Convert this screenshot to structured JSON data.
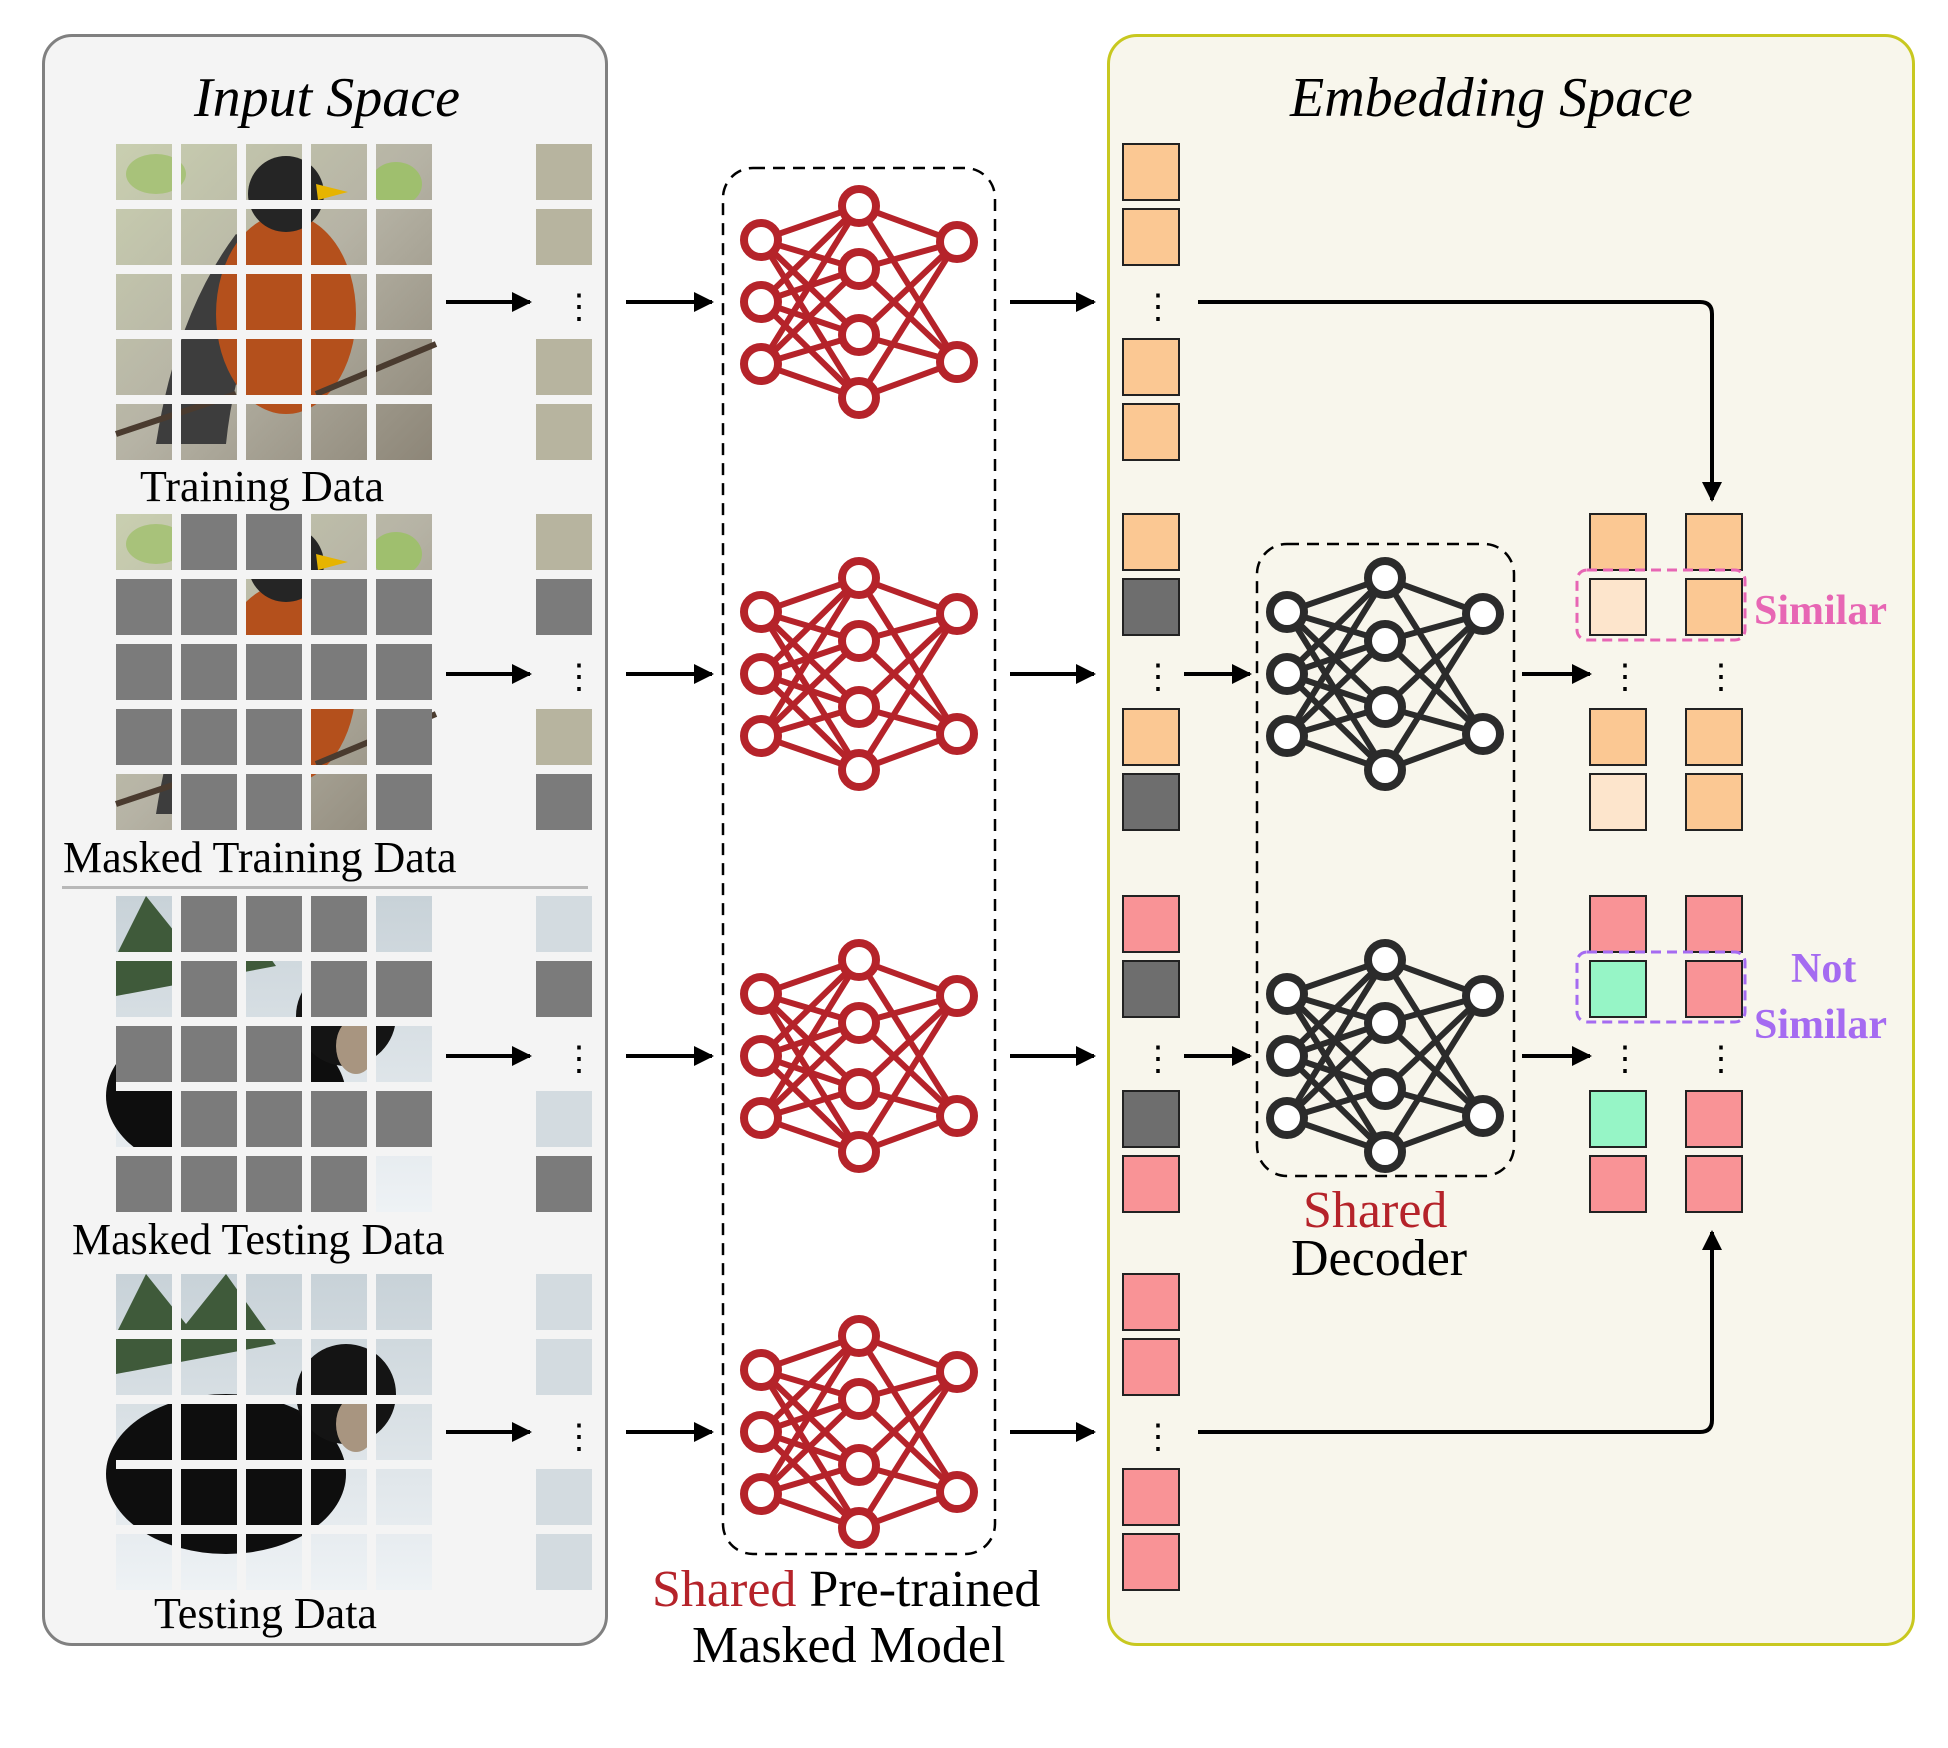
{
  "input_panel": {
    "title": "Input Space",
    "groups": [
      {
        "id": "train",
        "label": "Training Data"
      },
      {
        "id": "masked_train",
        "label": "Masked Training Data"
      },
      {
        "id": "masked_test",
        "label": "Masked Testing Data"
      },
      {
        "id": "test",
        "label": "Testing Data"
      }
    ]
  },
  "encoder": {
    "label_highlight": "Shared",
    "label_rest_line1": " Pre-trained",
    "label_line2": "Masked Model"
  },
  "embedding_panel": {
    "title": "Embedding Space",
    "decoder_label_highlight": "Shared",
    "decoder_label_rest": "Decoder",
    "similar_label": "Similar",
    "not_similar_line1": "Not",
    "not_similar_line2": "Similar"
  },
  "colors": {
    "input_panel_bg": "#f4f4f4",
    "input_panel_border": "#808080",
    "embedding_panel_bg": "#f8f6ec",
    "embedding_panel_border": "#c8c820",
    "encoder_network": "#b5232a",
    "decoder_network": "#2b2b2b",
    "shared_text": "#b5232a",
    "mask_patch": "#7b7b7b",
    "orange_token": "#fbc893",
    "light_orange_token": "#fde5cc",
    "red_token": "#f99396",
    "green_token": "#96f5c6",
    "gray_token": "#6e6e6e",
    "similar": "#e766b4",
    "not_similar": "#a56bf1"
  }
}
